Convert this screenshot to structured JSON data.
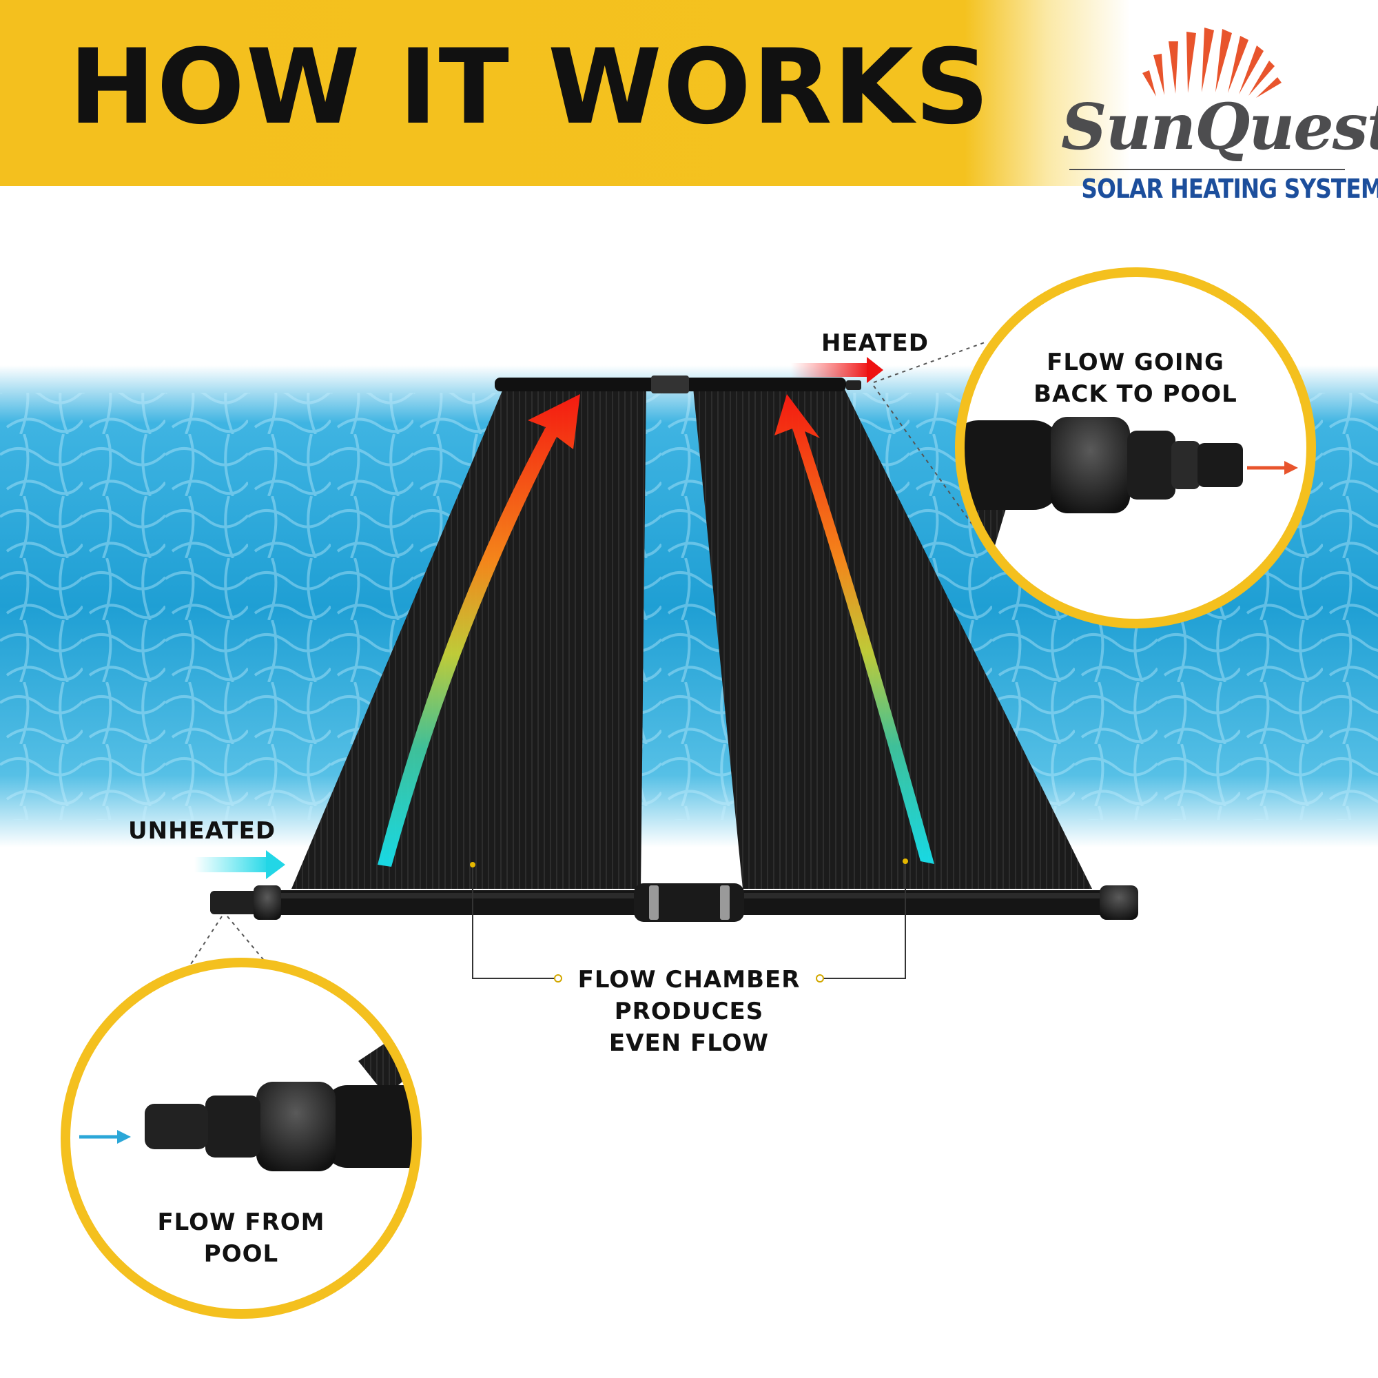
{
  "header": {
    "title": "HOW IT WORKS"
  },
  "logo": {
    "name": "SunQuest",
    "subtitle": "SOLAR HEATING SYSTEM"
  },
  "colors": {
    "banner": "#f4c01e",
    "circle_border": "#f4c01e",
    "water": "#2ba7d8",
    "panel": "#1a1a1a",
    "hot": "#ff1a10",
    "cold": "#22d6e6",
    "brand_gray": "#4d4d4f",
    "brand_blue": "#1c4e9c",
    "sun_rays": "#e8542c"
  },
  "labels": {
    "heated": "HEATED",
    "unheated": "UNHEATED",
    "flow_back_line1": "FLOW GOING",
    "flow_back_line2": "BACK TO POOL",
    "flow_from_line1": "FLOW FROM",
    "flow_from_line2": "POOL",
    "chamber_line1": "FLOW CHAMBER",
    "chamber_line2": "PRODUCES",
    "chamber_line3": "EVEN FLOW"
  }
}
